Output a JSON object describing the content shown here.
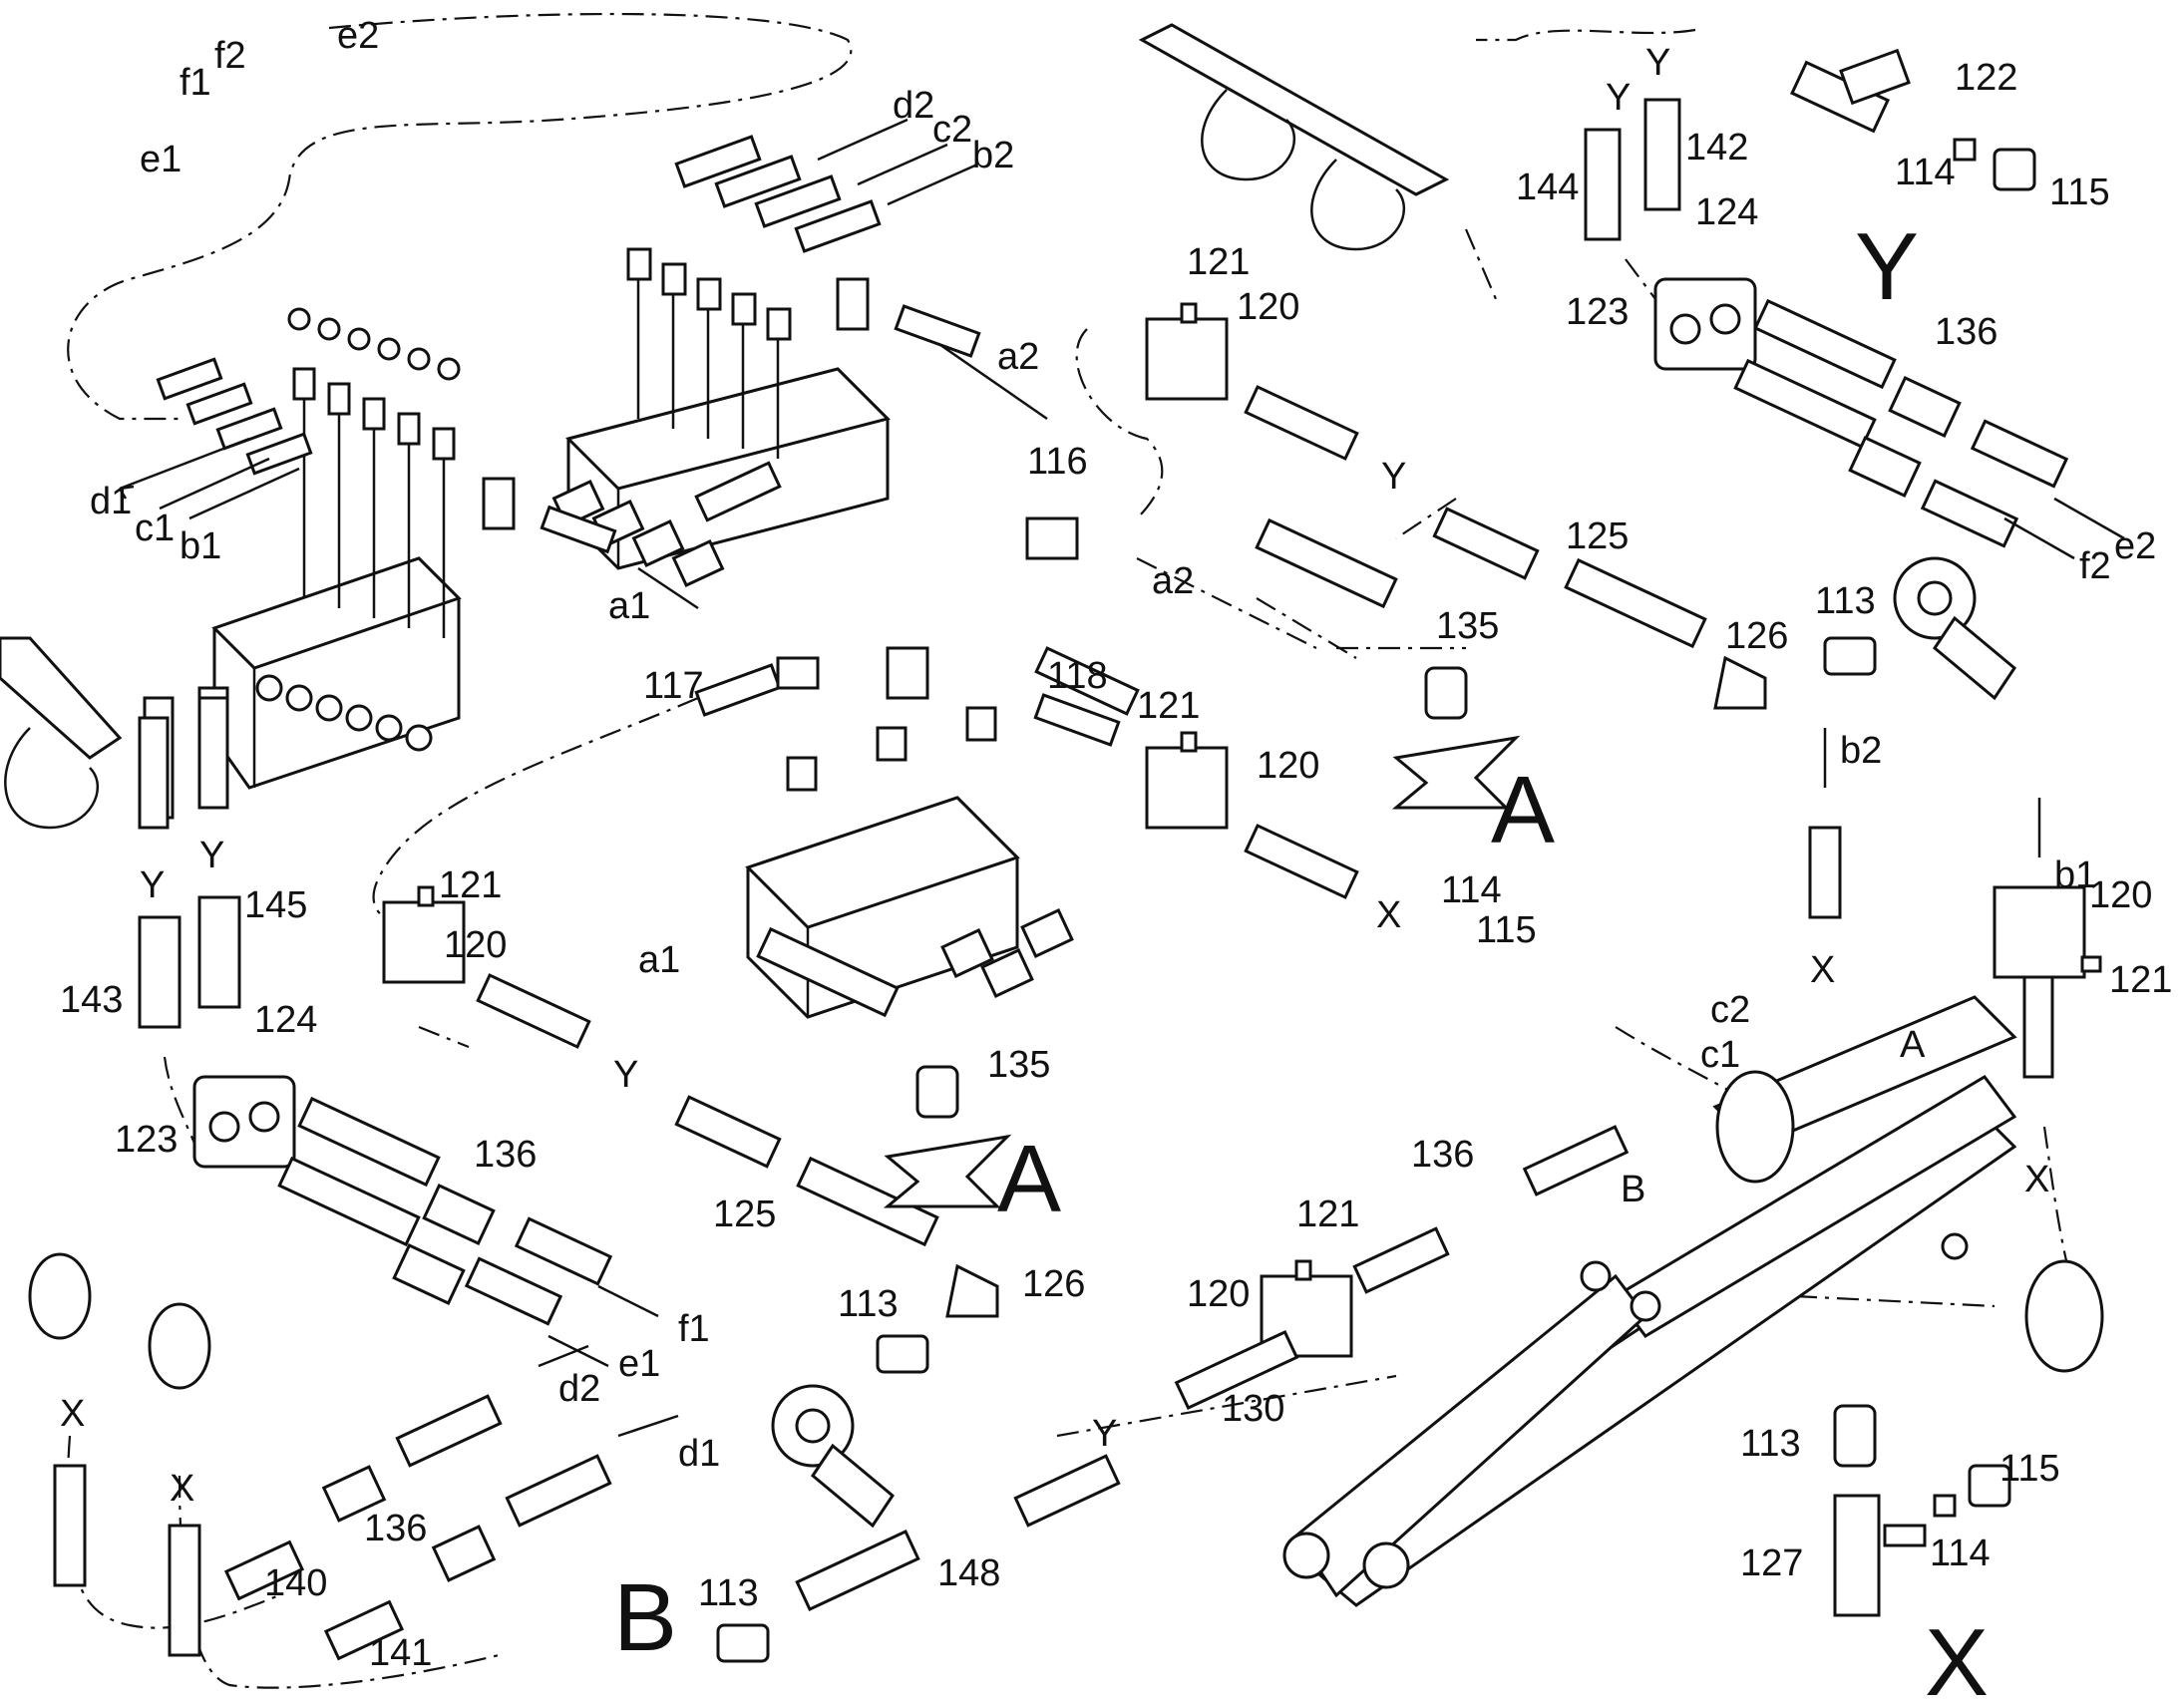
{
  "labels": {
    "e2_top": "e2",
    "f2_top": "f2",
    "f1_top": "f1",
    "e1_top": "e1",
    "d2_top": "d2",
    "c2_top": "c2",
    "b2_top": "b2",
    "a2_mid": "a2",
    "a1_mid": "a1",
    "d1_left": "d1",
    "c1_left": "c1",
    "b1_left": "b1",
    "y_upper_left": "Y",
    "y_upper_left2": "Y",
    "p116": "116",
    "p117": "117",
    "p118": "118",
    "p121_a": "121",
    "p120_a": "120",
    "p121_b": "121",
    "p120_b": "120",
    "p121_c": "121",
    "p120_c": "120",
    "y_mid1": "Y",
    "x_mid1": "X",
    "y_mid2": "Y",
    "p125_a": "125",
    "p125_b": "125",
    "a2_lower": "a2",
    "a1_lower": "a1",
    "p135_a": "135",
    "p135_b": "135",
    "big_A1": "A",
    "big_A2": "A",
    "p114_mid": "114",
    "p115_mid": "115",
    "p143": "143",
    "p145": "145",
    "p124_left": "124",
    "p123_left": "123",
    "p136_left": "136",
    "f1_low": "f1",
    "e1_low": "e1",
    "p113_mid": "113",
    "p126_mid": "126",
    "y_top_r1": "Y",
    "y_top_r2": "Y",
    "p144": "144",
    "p142": "142",
    "p124_right": "124",
    "p123_right": "123",
    "p136_right": "136",
    "e2_right": "e2",
    "f2_right": "f2",
    "big_Y": "Y",
    "p122": "122",
    "p114_top": "114",
    "p115_top": "115",
    "p126_right": "126",
    "p113_right": "113",
    "b2_right": "b2",
    "x_right1": "X",
    "c2_right": "c2",
    "c1_right": "c1",
    "A_boom": "A",
    "B_boom": "B",
    "p136_mid": "136",
    "p121_d": "121",
    "p120_d": "120",
    "p130": "130",
    "y_low": "Y",
    "p148": "148",
    "p113_low": "113",
    "big_B": "B",
    "d2_low": "d2",
    "d1_low": "d1",
    "p136_low": "136",
    "p140": "140",
    "p141": "141",
    "x_left1": "X",
    "x_left2": "X",
    "b1_right": "b1",
    "p120_e": "120",
    "p121_e": "121",
    "x_right2": "X",
    "p113_x": "113",
    "p115_x": "115",
    "p127": "127",
    "p114_x": "114",
    "big_X": "X"
  }
}
